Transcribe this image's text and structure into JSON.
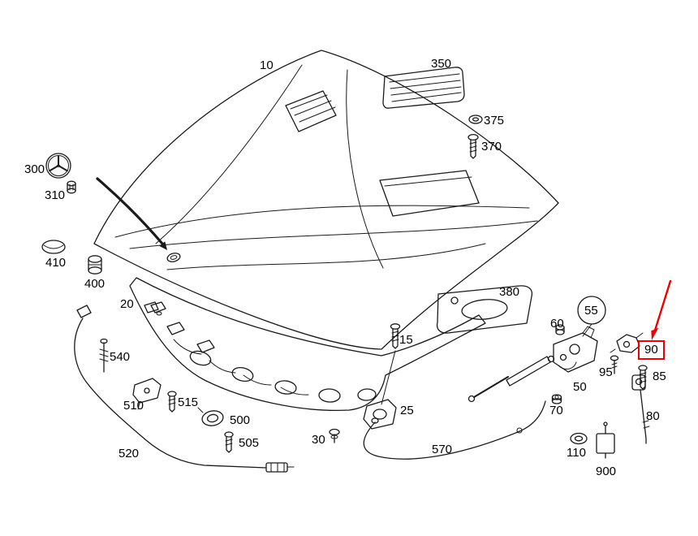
{
  "colors": {
    "line": "#1a1a1a",
    "background": "#ffffff",
    "highlight": "#ee0000"
  },
  "highlight": {
    "part_number": "90"
  },
  "parts": [
    {
      "num": "10"
    },
    {
      "num": "350"
    },
    {
      "num": "375"
    },
    {
      "num": "370"
    },
    {
      "num": "300"
    },
    {
      "num": "310"
    },
    {
      "num": "410"
    },
    {
      "num": "400"
    },
    {
      "num": "20"
    },
    {
      "num": "540"
    },
    {
      "num": "510"
    },
    {
      "num": "515"
    },
    {
      "num": "500"
    },
    {
      "num": "505"
    },
    {
      "num": "520"
    },
    {
      "num": "15"
    },
    {
      "num": "25"
    },
    {
      "num": "30"
    },
    {
      "num": "380"
    },
    {
      "num": "570"
    },
    {
      "num": "55"
    },
    {
      "num": "60"
    },
    {
      "num": "50"
    },
    {
      "num": "70"
    },
    {
      "num": "95"
    },
    {
      "num": "90"
    },
    {
      "num": "85"
    },
    {
      "num": "80"
    },
    {
      "num": "110"
    },
    {
      "num": "900"
    }
  ]
}
